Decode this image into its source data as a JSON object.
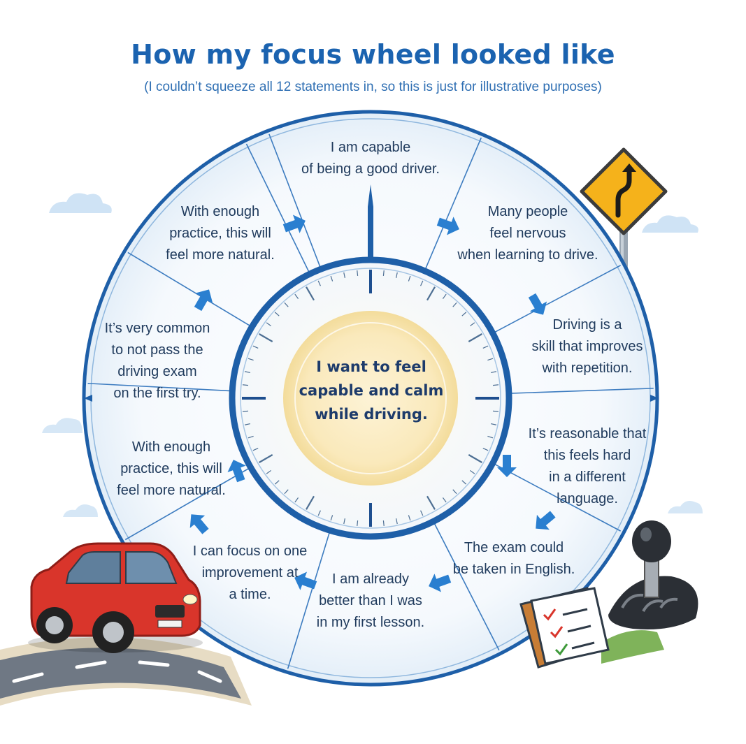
{
  "title": "How my focus wheel looked like",
  "subtitle": "(I couldn’t squeeze all 12 statements in, so this is just for illustrative purposes)",
  "center": {
    "text": "I want to feel\ncapable and calm\nwhile driving."
  },
  "segments": [
    {
      "id": "top",
      "text": "I am capable\nof being a good driver."
    },
    {
      "id": "top-right",
      "text": "Many people\nfeel nervous\nwhen learning to drive."
    },
    {
      "id": "right-upper",
      "text": "Driving is a\nskill that improves\nwith repetition."
    },
    {
      "id": "right-lower",
      "text": "It’s reasonable that\nthis feels hard\nin a different\nlanguage."
    },
    {
      "id": "bottom-right",
      "text": "The exam could\nbe taken in English."
    },
    {
      "id": "bottom",
      "text": "I am already\nbetter than I was\nin my first lesson."
    },
    {
      "id": "bottom-left",
      "text": "I can focus on one\nimprovement at\na time."
    },
    {
      "id": "left-lower",
      "text": "With enough\npractice, this will\nfeel more natural."
    },
    {
      "id": "left-upper",
      "text": "It’s very common\nto not pass the\ndriving exam\non the first try."
    },
    {
      "id": "top-left",
      "text": "With enough\npractice, this will\nfeel more natural."
    }
  ],
  "colors": {
    "title": "#1b63b0",
    "wheel_ring": "#1e5fa8",
    "arrow": "#2a7fd0",
    "center_fill": "#fbf0cf",
    "car": "#d9352b",
    "sign": "#f5b21b"
  },
  "icons": [
    "cloud-icon",
    "road-sign-icon",
    "car-icon",
    "gear-shift-icon",
    "checklist-icon",
    "road-icon"
  ]
}
